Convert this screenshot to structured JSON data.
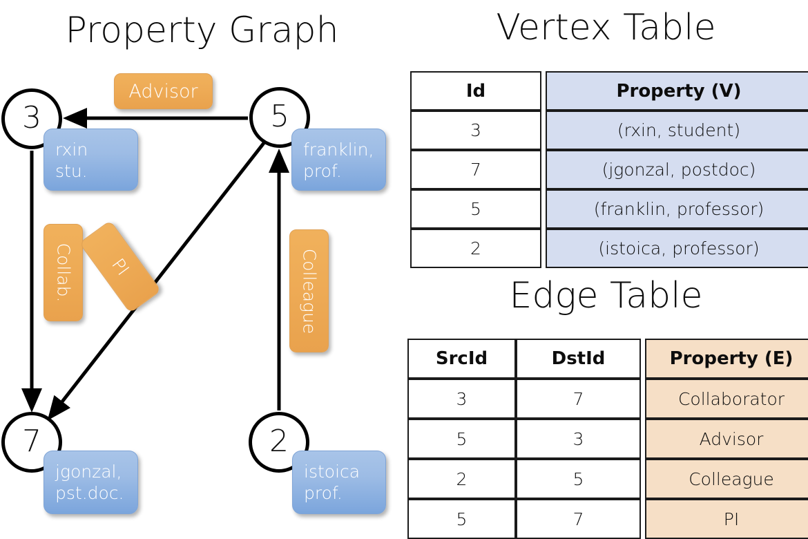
{
  "titles": {
    "property_graph": "Property Graph",
    "vertex_table": "Vertex Table",
    "edge_table": "Edge Table"
  },
  "graph": {
    "nodes": [
      {
        "id": "3",
        "property_line1": "rxin",
        "property_line2": "stu."
      },
      {
        "id": "5",
        "property_line1": "franklin,",
        "property_line2": "prof."
      },
      {
        "id": "7",
        "property_line1": "jgonzal,",
        "property_line2": "pst.doc."
      },
      {
        "id": "2",
        "property_line1": "istoica",
        "property_line2": "prof."
      }
    ],
    "edge_labels": {
      "advisor": "Advisor",
      "collab": "Collab.",
      "pi": "PI",
      "colleague": "Colleague"
    },
    "edges": [
      {
        "from": "3",
        "to": "7",
        "label": "Collab."
      },
      {
        "from": "5",
        "to": "3",
        "label": "Advisor"
      },
      {
        "from": "2",
        "to": "5",
        "label": "Colleague"
      },
      {
        "from": "5",
        "to": "7",
        "label": "PI"
      }
    ]
  },
  "vertex_table": {
    "headers": [
      "Id",
      "Property (V)"
    ],
    "rows": [
      {
        "id": "3",
        "property": "(rxin, student)"
      },
      {
        "id": "7",
        "property": "(jgonzal, postdoc)"
      },
      {
        "id": "5",
        "property": "(franklin, professor)"
      },
      {
        "id": "2",
        "property": "(istoica, professor)"
      }
    ]
  },
  "edge_table": {
    "headers": [
      "SrcId",
      "DstId",
      "Property (E)"
    ],
    "rows": [
      {
        "src": "3",
        "dst": "7",
        "property": "Collaborator"
      },
      {
        "src": "5",
        "dst": "3",
        "property": "Advisor"
      },
      {
        "src": "2",
        "dst": "5",
        "property": "Colleague"
      },
      {
        "src": "5",
        "dst": "7",
        "property": "PI"
      }
    ]
  },
  "colors": {
    "vertex_property_fill": "#d5ddf0",
    "edge_property_fill": "#f6dfc6",
    "node_box_blue": "#8cb0e0",
    "edge_label_orange": "#eeab56",
    "stroke": "#000000"
  }
}
